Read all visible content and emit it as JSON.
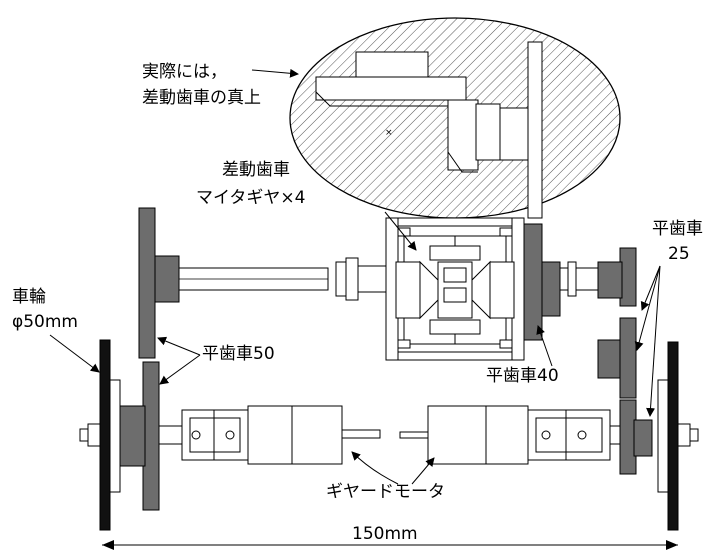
{
  "labels": {
    "actual_line1": "実際には，",
    "actual_line2": "差動歯車の真上",
    "diff_title": "差動歯車",
    "diff_sub": "マイタギヤ×4",
    "spur25_title": "平歯車",
    "spur25_num": "25",
    "wheel_title": "車輪",
    "wheel_size": "φ50mm",
    "spur50": "平歯車50",
    "spur40": "平歯車40",
    "motor": "ギヤードモータ",
    "width": "150mm"
  },
  "colors": {
    "gear_gray": "#6d6d6d",
    "wheel_black": "#111111",
    "line": "#000000",
    "hatch": "#555555"
  }
}
